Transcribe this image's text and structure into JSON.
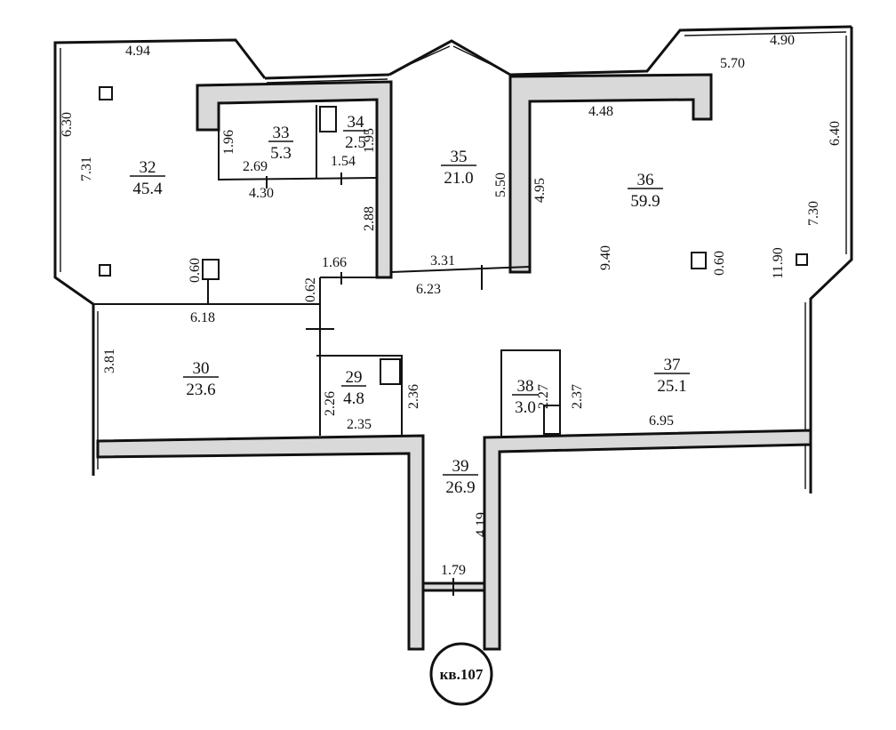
{
  "apartment_label": "кв.107",
  "rooms": [
    {
      "id": "32",
      "area": "45.4"
    },
    {
      "id": "33",
      "area": "5.3"
    },
    {
      "id": "34",
      "area": "2.5"
    },
    {
      "id": "35",
      "area": "21.0"
    },
    {
      "id": "36",
      "area": "59.9"
    },
    {
      "id": "30",
      "area": "23.6"
    },
    {
      "id": "29",
      "area": "4.8"
    },
    {
      "id": "38",
      "area": "3.0"
    },
    {
      "id": "37",
      "area": "25.1"
    },
    {
      "id": "39",
      "area": "26.9"
    }
  ],
  "dimensions": [
    "4.94",
    "6.30",
    "7.31",
    "1.96",
    "2.69",
    "4.30",
    "1.54",
    "1.95",
    "2.88",
    "0.60",
    "1.66",
    "0.62",
    "3.31",
    "5.50",
    "6.23",
    "4.95",
    "4.48",
    "5.70",
    "4.90",
    "6.40",
    "7.30",
    "9.40",
    "0.60",
    "11.90",
    "6.18",
    "3.81",
    "2.26",
    "2.35",
    "2.36",
    "2.27",
    "2.37",
    "6.95",
    "4.19",
    "1.79"
  ]
}
